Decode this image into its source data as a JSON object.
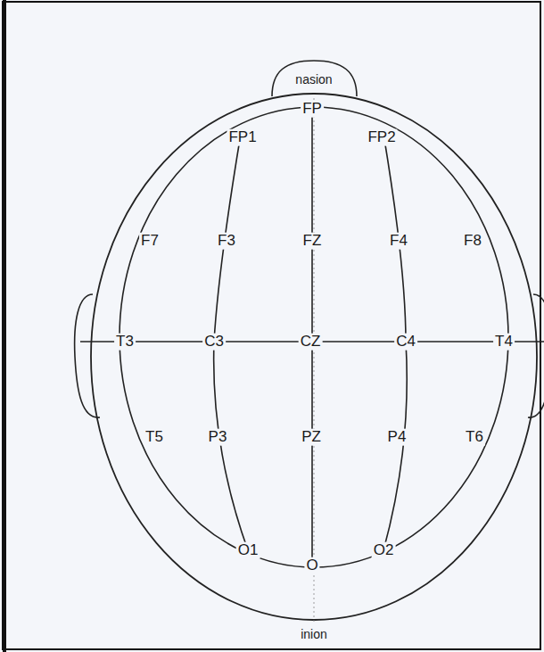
{
  "diagram": {
    "labels": [
      "nasion",
      "FP",
      "FP1",
      "FP2",
      "F7",
      "F3",
      "FZ",
      "F4",
      "F8",
      "T3",
      "C3",
      "CZ",
      "C4",
      "T4",
      "T5",
      "P3",
      "PZ",
      "P4",
      "T6",
      "O1",
      "O",
      "O2",
      "inion"
    ]
  }
}
